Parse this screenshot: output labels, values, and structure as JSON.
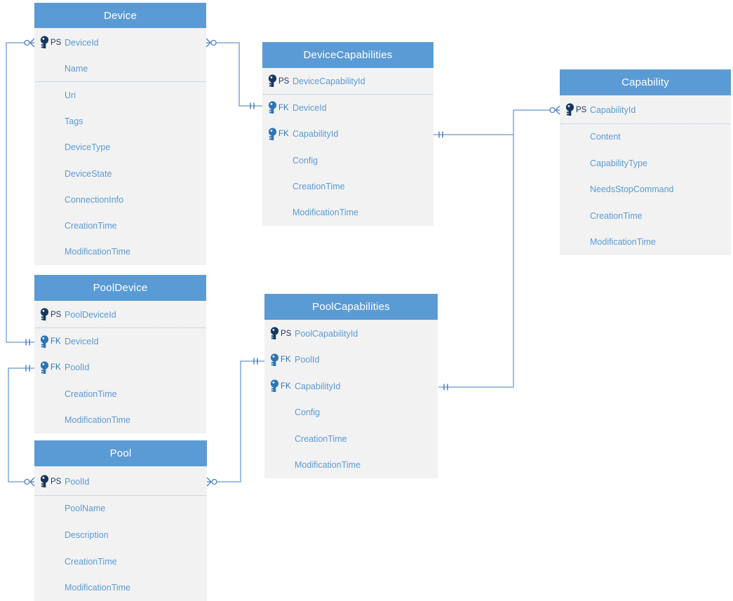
{
  "diagram": {
    "kind": "entity-relationship-diagram",
    "key_labels": {
      "primary": "PS",
      "foreign": "FK"
    },
    "tables": [
      {
        "id": "device",
        "name": "Device",
        "separator_after": 2,
        "fields": [
          {
            "key": "PS",
            "name": "DeviceId"
          },
          {
            "key": "",
            "name": "Name"
          },
          {
            "key": "",
            "name": "Uri"
          },
          {
            "key": "",
            "name": "Tags"
          },
          {
            "key": "",
            "name": "DeviceType"
          },
          {
            "key": "",
            "name": "DeviceState"
          },
          {
            "key": "",
            "name": "ConnectionInfo"
          },
          {
            "key": "",
            "name": "CreationTime"
          },
          {
            "key": "",
            "name": "ModificationTime"
          }
        ]
      },
      {
        "id": "devicecapabilities",
        "name": "DeviceCapabilities",
        "separator_after": 1,
        "fields": [
          {
            "key": "PS",
            "name": "DeviceCapabilityId"
          },
          {
            "key": "FK",
            "name": "DeviceId"
          },
          {
            "key": "FK",
            "name": "CapabilityId"
          },
          {
            "key": "",
            "name": "Config"
          },
          {
            "key": "",
            "name": "CreationTime"
          },
          {
            "key": "",
            "name": "ModificationTime"
          }
        ]
      },
      {
        "id": "capability",
        "name": "Capability",
        "separator_after": 1,
        "fields": [
          {
            "key": "PS",
            "name": "CapabilityId"
          },
          {
            "key": "",
            "name": "Content"
          },
          {
            "key": "",
            "name": "CapabilityType"
          },
          {
            "key": "",
            "name": "NeedsStopCommand"
          },
          {
            "key": "",
            "name": "CreationTime"
          },
          {
            "key": "",
            "name": "ModificationTime"
          }
        ]
      },
      {
        "id": "pooldevice",
        "name": "PoolDevice",
        "separator_after": 1,
        "fields": [
          {
            "key": "PS",
            "name": "PoolDeviceId"
          },
          {
            "key": "FK",
            "name": "DeviceId"
          },
          {
            "key": "FK",
            "name": "PoolId"
          },
          {
            "key": "",
            "name": "CreationTime"
          },
          {
            "key": "",
            "name": "ModificationTime"
          }
        ]
      },
      {
        "id": "poolcapabilities",
        "name": "PoolCapabilities",
        "separator_after": 0,
        "fields": [
          {
            "key": "PS",
            "name": "PoolCapabilityId"
          },
          {
            "key": "FK",
            "name": "PoolId"
          },
          {
            "key": "FK",
            "name": "CapabilityId"
          },
          {
            "key": "",
            "name": "Config"
          },
          {
            "key": "",
            "name": "CreationTime"
          },
          {
            "key": "",
            "name": "ModificationTime"
          }
        ]
      },
      {
        "id": "pool",
        "name": "Pool",
        "separator_after": 1,
        "fields": [
          {
            "key": "PS",
            "name": "PoolId"
          },
          {
            "key": "",
            "name": "PoolName"
          },
          {
            "key": "",
            "name": "Description"
          },
          {
            "key": "",
            "name": "CreationTime"
          },
          {
            "key": "",
            "name": "ModificationTime"
          }
        ]
      }
    ],
    "relationships": [
      {
        "id": "device-devicecapabilities",
        "from": "Device.DeviceId",
        "to": "DeviceCapabilities.DeviceId",
        "from_marker": "zero-or-many",
        "to_marker": "exactly-one"
      },
      {
        "id": "device-pooldevice",
        "from": "Device.DeviceId",
        "to": "PoolDevice.DeviceId",
        "from_marker": "zero-or-many",
        "to_marker": "exactly-one"
      },
      {
        "id": "pool-pooldevice",
        "from": "Pool.PoolId",
        "to": "PoolDevice.PoolId",
        "from_marker": "zero-or-many",
        "to_marker": "exactly-one"
      },
      {
        "id": "pool-poolcapabilities",
        "from": "Pool.PoolId",
        "to": "PoolCapabilities.PoolId",
        "from_marker": "zero-or-many",
        "to_marker": "exactly-one"
      },
      {
        "id": "capability-devicecapabilities",
        "from": "Capability.CapabilityId",
        "to": "DeviceCapabilities.CapabilityId",
        "from_marker": "zero-or-many",
        "to_marker": "exactly-one"
      },
      {
        "id": "capability-poolcapabilities",
        "from": "Capability.CapabilityId",
        "to": "PoolCapabilities.CapabilityId",
        "from_marker": "zero-or-many",
        "to_marker": "exactly-one"
      }
    ],
    "colors": {
      "header_bg": "#5B9BD5",
      "header_text": "#FFFFFF",
      "body_bg": "#F2F2F2",
      "field_text": "#5B9BD5",
      "pk_label_text": "#1F3864",
      "fk_label_text": "#2E75B6",
      "pk_key_icon": "#17375E",
      "fk_key_icon": "#2E75B6",
      "connector_line": "#7FA8D9",
      "connector_marker": "#4A7FC1",
      "separator": "#9DC3E6"
    }
  }
}
